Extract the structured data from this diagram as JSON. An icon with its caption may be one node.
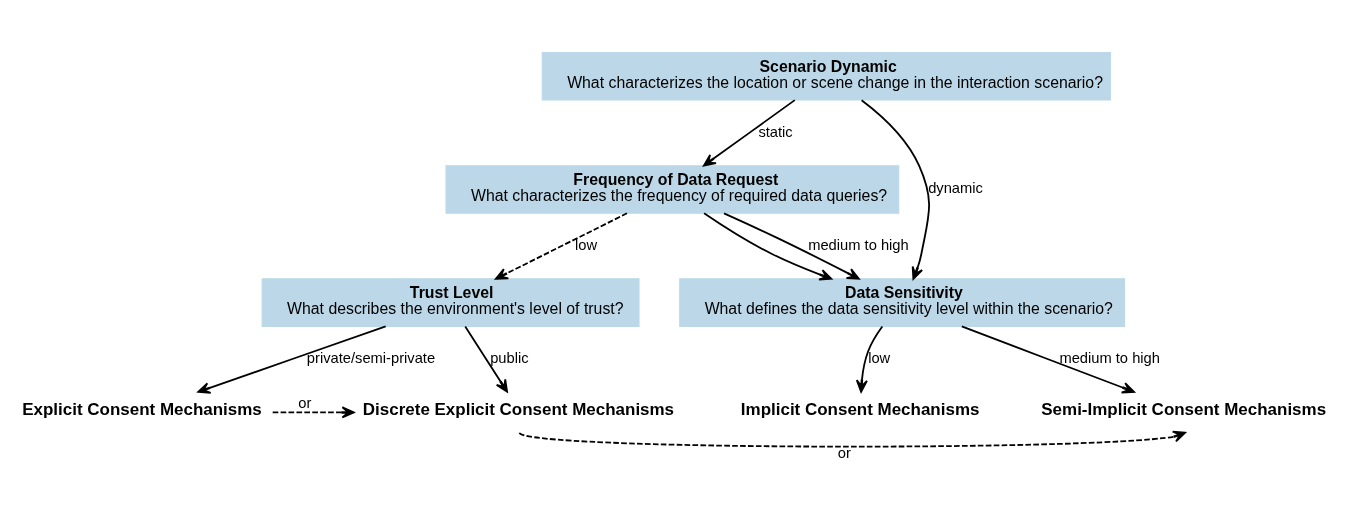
{
  "diagram": {
    "nodes": [
      {
        "text": [
          "Scenario Dynamic",
          "What characterizes the location or scene change in the interaction scenario?"
        ]
      },
      {
        "text": [
          "Frequency of Data Request",
          "What characterizes the frequency of required data queries?"
        ]
      },
      {
        "text": [
          "Trust Level",
          "What describes the environment's level of trust?"
        ]
      },
      {
        "text": [
          "Data Sensitivity",
          "What defines the data sensitivity level within the scenario?"
        ]
      },
      {
        "text": [
          "Explicit Consent Mechanisms"
        ]
      },
      {
        "text": [
          "Discrete Explicit Consent Mechanisms"
        ]
      },
      {
        "text": [
          "Implicit Consent Mechanisms"
        ]
      },
      {
        "text": [
          "Semi-Implicit Consent Mechanisms"
        ]
      }
    ],
    "edges": [
      {
        "from": 0,
        "to": 1,
        "arrow": "to",
        "label": "static"
      },
      {
        "from": 0,
        "to": 3,
        "arrow": "to",
        "label": "dynamic"
      },
      {
        "from": 1,
        "to": 2,
        "arrow": "to",
        "label": "low",
        "style": "dashed"
      },
      {
        "from": 1,
        "to": 3,
        "arrow": "to"
      },
      {
        "from": 1,
        "to": 3,
        "arrow": "to",
        "label": "medium to high"
      },
      {
        "from": 2,
        "to": 4,
        "arrow": "to",
        "label": "private/semi-private"
      },
      {
        "from": 2,
        "to": 5,
        "arrow": "to",
        "label": "public"
      },
      {
        "from": 3,
        "to": 6,
        "arrow": "to",
        "label": "low"
      },
      {
        "from": 3,
        "to": 7,
        "arrow": "to",
        "label": "medium to high"
      },
      {
        "from": 4,
        "to": 5,
        "arrow": "to",
        "label": "or",
        "style": "dashed"
      },
      {
        "from": 5,
        "to": 7,
        "arrow": "to",
        "label": "or",
        "style": "dashed"
      }
    ]
  }
}
